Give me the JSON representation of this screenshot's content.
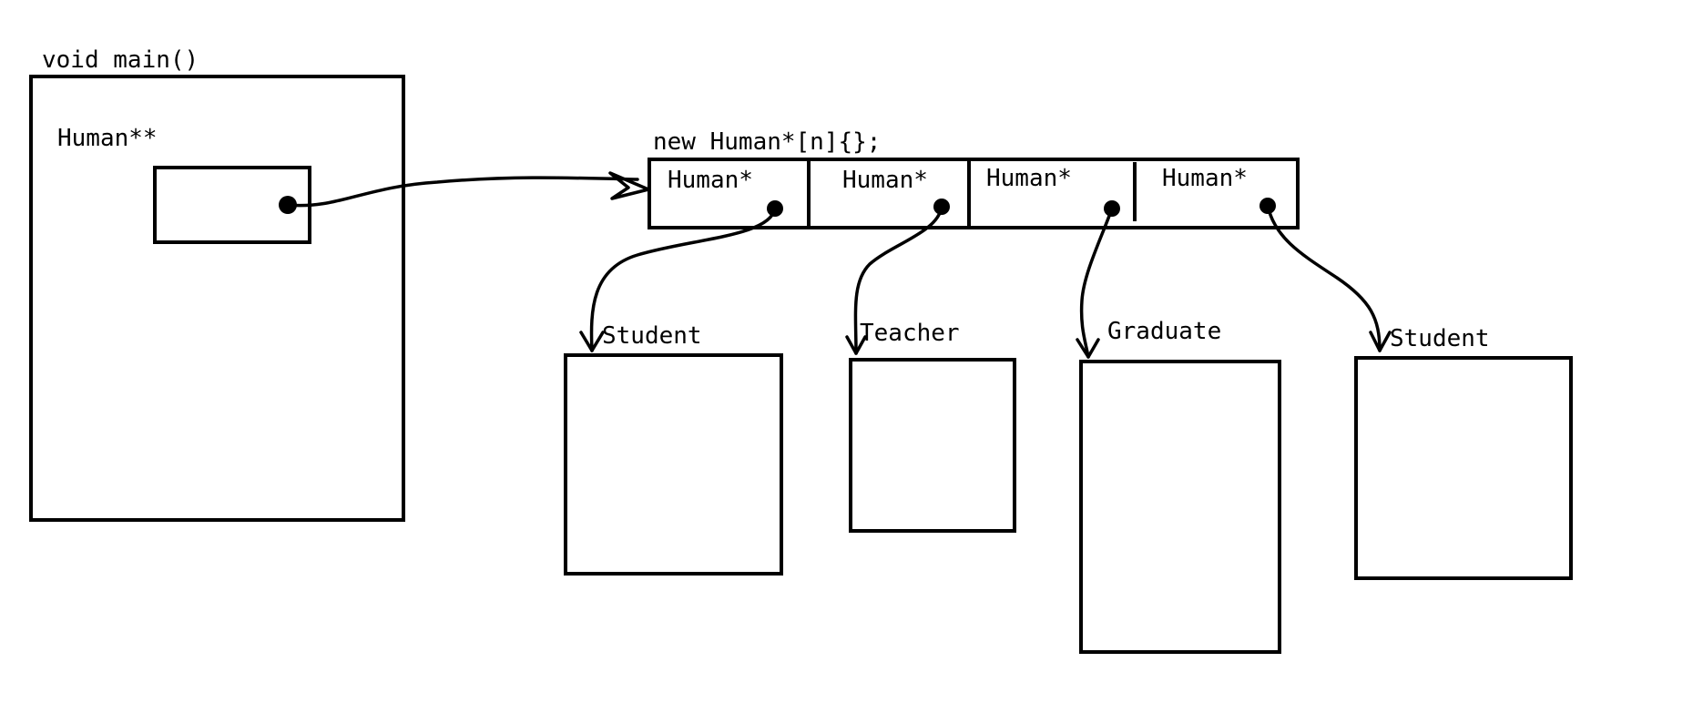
{
  "main_frame": {
    "title": "void main()",
    "pointer_var_type": "Human**"
  },
  "array": {
    "expression": "new Human*[n]{};",
    "cells": [
      {
        "label": "Human*"
      },
      {
        "label": "Human*"
      },
      {
        "label": "Human*"
      },
      {
        "label": "Human*"
      }
    ]
  },
  "objects": [
    {
      "label": "Student"
    },
    {
      "label": "Teacher"
    },
    {
      "label": "Graduate"
    },
    {
      "label": "Student"
    }
  ]
}
